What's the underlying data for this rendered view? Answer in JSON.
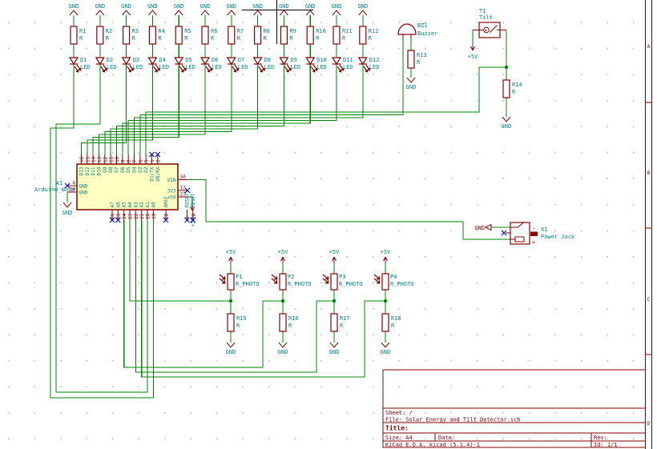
{
  "colors": {
    "wire": "#008400",
    "part": "#840000",
    "label": "#008484",
    "noconnect": "#0000b4",
    "body_fill": "#ffffc2"
  },
  "led_columns": [
    {
      "gnd": "GND",
      "r": "R1",
      "rv": "R",
      "d": "D1",
      "dv": "LED"
    },
    {
      "gnd": "GND",
      "r": "R2",
      "rv": "R",
      "d": "D2",
      "dv": "LED"
    },
    {
      "gnd": "GND",
      "r": "R3",
      "rv": "R",
      "d": "D3",
      "dv": "LED"
    },
    {
      "gnd": "GND",
      "r": "R4",
      "rv": "R",
      "d": "D4",
      "dv": "LED"
    },
    {
      "gnd": "GND",
      "r": "R5",
      "rv": "R",
      "d": "D5",
      "dv": "LED"
    },
    {
      "gnd": "GND",
      "r": "R6",
      "rv": "R",
      "d": "D6",
      "dv": "LED"
    },
    {
      "gnd": "GND",
      "r": "R7",
      "rv": "R",
      "d": "D7",
      "dv": "LED"
    },
    {
      "gnd": "GND",
      "r": "R8",
      "rv": "R",
      "d": "D8",
      "dv": "LED"
    },
    {
      "gnd": "GND",
      "r": "R9",
      "rv": "R",
      "d": "D9",
      "dv": "LED"
    },
    {
      "gnd": "GND",
      "r": "R10",
      "rv": "R",
      "d": "D10",
      "dv": "LED"
    },
    {
      "gnd": "GND",
      "r": "R11",
      "rv": "R",
      "d": "D11",
      "dv": "LED"
    },
    {
      "gnd": "GND",
      "r": "R12",
      "rv": "R",
      "d": "D12",
      "dv": "LED"
    }
  ],
  "arduino": {
    "ref": "A1",
    "value": "Arduino_Nano",
    "gnd": "GND",
    "plus5": "+5V",
    "top_pins": [
      [
        "16",
        "D13"
      ],
      [
        "15",
        "D12"
      ],
      [
        "14",
        "D11"
      ],
      [
        "13",
        "D10"
      ],
      [
        "12",
        "D9"
      ],
      [
        "11",
        "D8"
      ],
      [
        "10",
        "D7"
      ],
      [
        "9",
        "D6"
      ],
      [
        "8",
        "D5"
      ],
      [
        "7",
        "D4"
      ],
      [
        "6",
        "D3"
      ],
      [
        "5",
        "D2"
      ],
      [
        "1",
        "D1/TX"
      ],
      [
        "2",
        "D0/RX"
      ]
    ],
    "bottom_pins": [
      [
        "26",
        "A7"
      ],
      [
        "25",
        "A6"
      ],
      [
        "24",
        "A5"
      ],
      [
        "23",
        "A4"
      ],
      [
        "22",
        "A3"
      ],
      [
        "21",
        "A2"
      ],
      [
        "20",
        "A1"
      ],
      [
        "19",
        "A0"
      ],
      [
        "18",
        "AREF"
      ],
      [
        "3",
        "RESET"
      ],
      [
        "28",
        "RESET"
      ]
    ],
    "left_pins": [
      [
        "4",
        "GND"
      ],
      [
        "29",
        "GND"
      ]
    ],
    "right_pins": [
      [
        "30",
        "VIN"
      ],
      [
        "17",
        "3V3"
      ],
      [
        "27",
        "+5V"
      ]
    ]
  },
  "buzzer": {
    "ref": "BZ1",
    "value": "Buzzer",
    "r": "R13",
    "rv": "R",
    "gnd": "GND"
  },
  "tilt": {
    "ref": "T1",
    "value": "Tilt",
    "plus5": "+5V",
    "r": "R14",
    "rv": "R",
    "gnd": "GND"
  },
  "jack": {
    "ref": "X1",
    "value": "Power Jack",
    "gnd_label": "GND",
    "minus": "-",
    "plus": "+"
  },
  "photo_columns": [
    {
      "v5": "+5V",
      "p": "P1",
      "pv": "R_PHOTO",
      "r": "R15",
      "rv": "R",
      "gnd": "GND"
    },
    {
      "v5": "+5V",
      "p": "P2",
      "pv": "R_PHOTO",
      "r": "R16",
      "rv": "R",
      "gnd": "GND"
    },
    {
      "v5": "+5V",
      "p": "P3",
      "pv": "R_PHOTO",
      "r": "R17",
      "rv": "R",
      "gnd": "GND"
    },
    {
      "v5": "+5V",
      "p": "P4",
      "pv": "R_PHOTO",
      "r": "R18",
      "rv": "R",
      "gnd": "GND"
    }
  ],
  "frame": {
    "row_letters": [
      "A",
      "B",
      "C",
      "D"
    ]
  },
  "title_block": {
    "sheet": "Sheet: /",
    "file": "File: Solar_Energy_and_Tilt_Detector.sch",
    "title": "Title:",
    "size": "Size: A4",
    "date": "Date:",
    "rev": "Rev:",
    "company": "KiCad E.D.A.  kicad (5.1.4)-1",
    "id": "Id: 1/1"
  }
}
